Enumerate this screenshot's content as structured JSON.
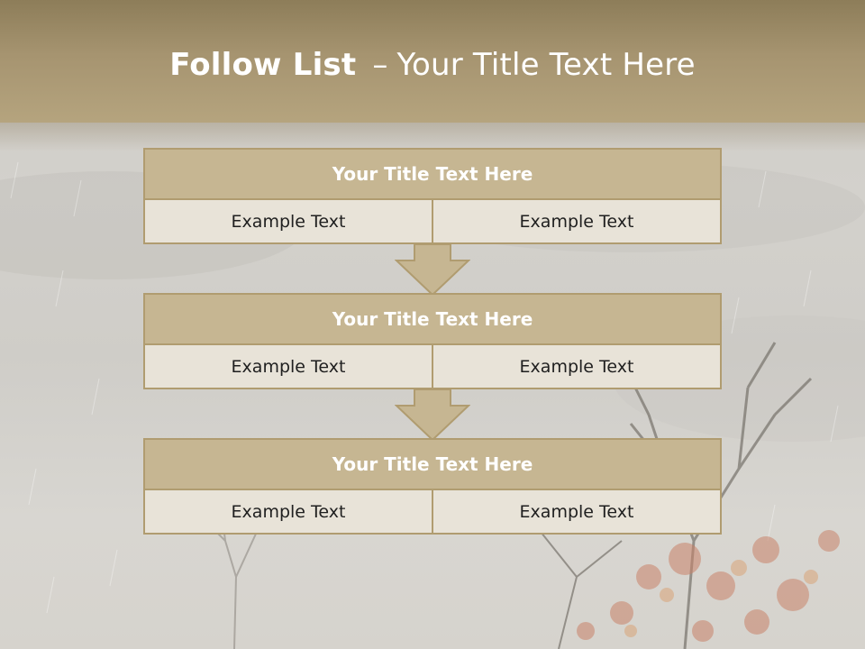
{
  "slide": {
    "title_bold": "Follow List",
    "title_dash": "–",
    "title_rest": "Your Title Text Here"
  },
  "blocks": [
    {
      "title": "Your Title Text Here",
      "left": "Example Text",
      "right": "Example Text"
    },
    {
      "title": "Your Title Text Here",
      "left": "Example Text",
      "right": "Example Text"
    },
    {
      "title": "Your Title Text Here",
      "left": "Example Text",
      "right": "Example Text"
    }
  ],
  "colors": {
    "header": "#a69470",
    "block_title": "#c6b692",
    "block_cell": "#e8e3d8",
    "border": "#b09c70"
  }
}
